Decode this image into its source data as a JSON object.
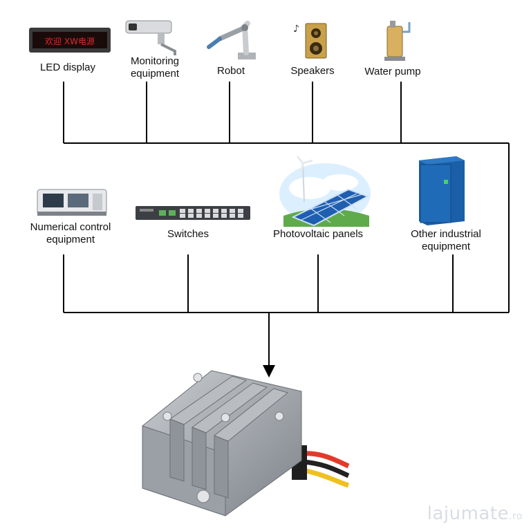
{
  "top_devices": [
    {
      "label": "LED display",
      "icon": "led-display-icon"
    },
    {
      "label": "Monitoring",
      "label2": "equipment",
      "icon": "security-camera-icon"
    },
    {
      "label": "Robot",
      "icon": "robot-arm-icon"
    },
    {
      "label": "Speakers",
      "icon": "speaker-icon"
    },
    {
      "label": "Water pump",
      "icon": "water-pump-icon"
    }
  ],
  "middle_devices": [
    {
      "label": "Numerical control",
      "label2": "equipment",
      "icon": "cnc-machine-icon"
    },
    {
      "label": "Switches",
      "icon": "network-switch-icon"
    },
    {
      "label": "Photovoltaic panels",
      "icon": "solar-panel-icon"
    },
    {
      "label": "Other industrial",
      "label2": "equipment",
      "icon": "industrial-cabinet-icon"
    }
  ],
  "product": {
    "icon": "dc-converter-module-icon"
  },
  "led_text": "欢迎 XW电源",
  "watermark": {
    "brand": "lajumate",
    "tld": ".ro"
  },
  "colors": {
    "line": "#000000",
    "module": "#9ea3a8",
    "led": "#e02a2a"
  }
}
